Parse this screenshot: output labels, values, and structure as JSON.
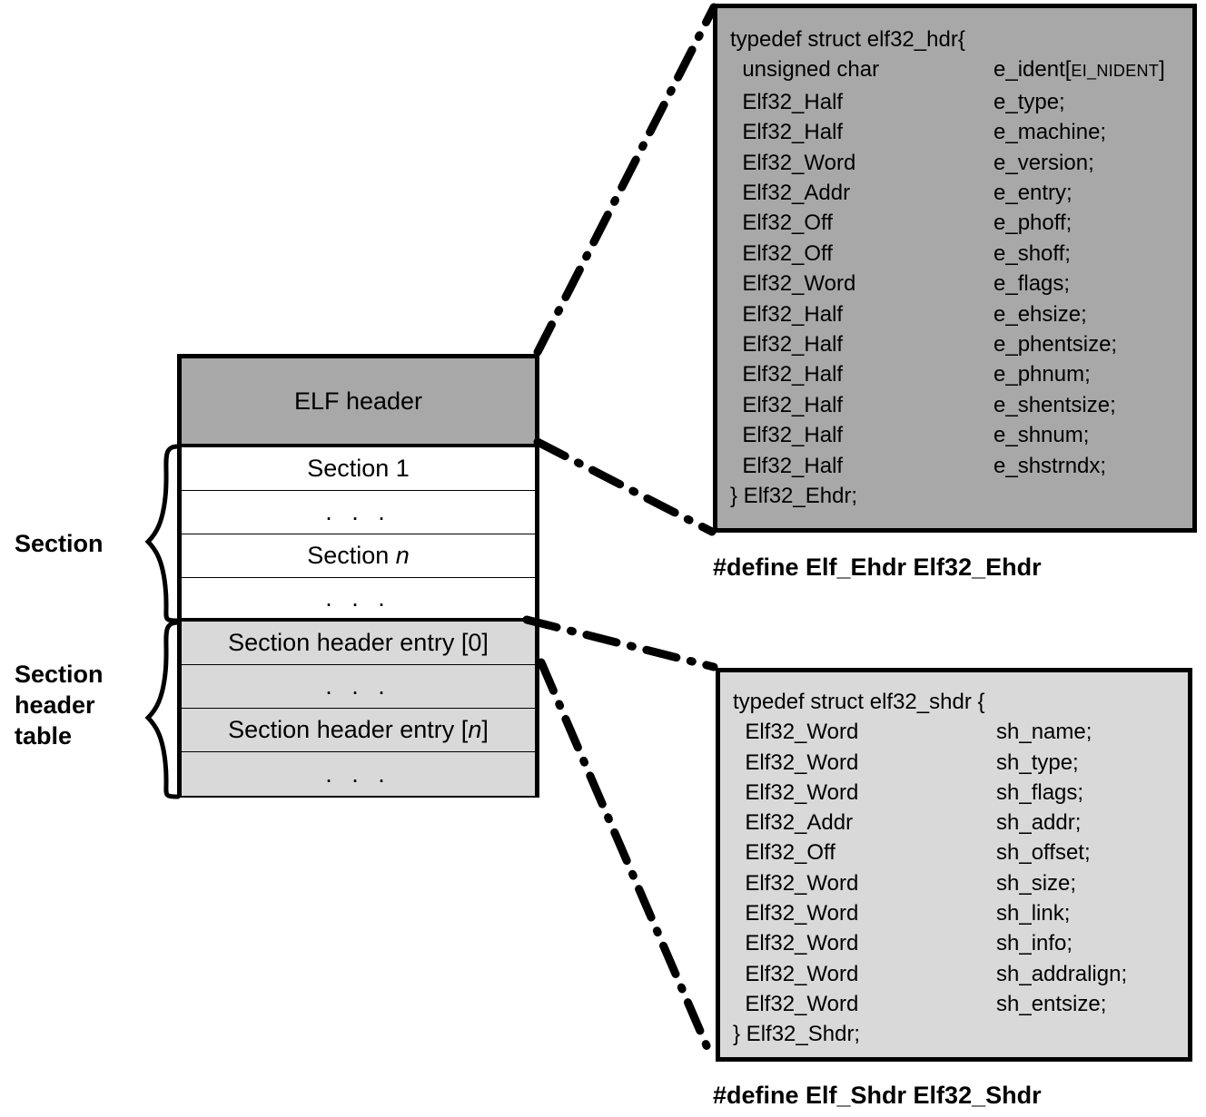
{
  "diagram": {
    "title": "ELF object file layout with elf32 header structures",
    "colors": {
      "elf_header_fill": "#a8a8a8",
      "section_fill": "#ffffff",
      "section_header_table_fill": "#d9d9d9",
      "ehdr_box_fill": "#a8a8a8",
      "shdr_box_fill": "#d9d9d9",
      "stroke": "#000000",
      "background": "#ffffff"
    }
  },
  "file_layout": {
    "labels": {
      "section": "Section",
      "section_header_table": "Section\nheader\ntable"
    },
    "rows": [
      {
        "id": "elf-header",
        "text": "ELF header",
        "fill": "elf_header_fill"
      },
      {
        "id": "section-1",
        "text": "Section 1",
        "fill": "section_fill"
      },
      {
        "id": "section-dots-1",
        "text": ". . .",
        "fill": "section_fill"
      },
      {
        "id": "section-n",
        "text": "Section n",
        "fill": "section_fill"
      },
      {
        "id": "section-dots-2",
        "text": ". . .",
        "fill": "section_fill"
      },
      {
        "id": "sh-entry-0",
        "text": "Section header entry [0]",
        "fill": "section_header_table_fill"
      },
      {
        "id": "sh-dots-1",
        "text": ". . .",
        "fill": "section_header_table_fill"
      },
      {
        "id": "sh-entry-n",
        "text": "Section header entry [n]",
        "fill": "section_header_table_fill"
      },
      {
        "id": "sh-dots-2",
        "text": ". . .",
        "fill": "section_header_table_fill"
      }
    ],
    "row_text": {
      "elf_header": "ELF header",
      "section_1": "Section 1",
      "section_n_prefix": "Section ",
      "section_n_index": "n",
      "dots": ". . .",
      "sh_entry_0": "Section header entry [0]",
      "sh_entry_n_prefix": "Section header entry [",
      "sh_entry_n_index": "n",
      "sh_entry_n_suffix": "]"
    }
  },
  "ehdr": {
    "open_line": "typedef struct elf32_hdr{",
    "close_line": "} Elf32_Ehdr;",
    "first_field": {
      "type": "unsigned char",
      "name": "e_ident[",
      "array": "EI_NIDENT",
      "close": "]"
    },
    "fields": [
      {
        "type": "Elf32_Half",
        "name": "e_type;"
      },
      {
        "type": "Elf32_Half",
        "name": "e_machine;"
      },
      {
        "type": "Elf32_Word",
        "name": "e_version;"
      },
      {
        "type": "Elf32_Addr",
        "name": "e_entry;"
      },
      {
        "type": "Elf32_Off",
        "name": "e_phoff;"
      },
      {
        "type": "Elf32_Off",
        "name": "e_shoff;"
      },
      {
        "type": "Elf32_Word",
        "name": "e_flags;"
      },
      {
        "type": "Elf32_Half",
        "name": "e_ehsize;"
      },
      {
        "type": "Elf32_Half",
        "name": "e_phentsize;"
      },
      {
        "type": "Elf32_Half",
        "name": "e_phnum;"
      },
      {
        "type": "Elf32_Half",
        "name": "e_shentsize;"
      },
      {
        "type": "Elf32_Half",
        "name": "e_shnum;"
      },
      {
        "type": "Elf32_Half",
        "name": "e_shstrndx;"
      }
    ],
    "define": "#define Elf_Ehdr Elf32_Ehdr"
  },
  "shdr": {
    "open_line": "typedef struct elf32_shdr {",
    "close_line": "} Elf32_Shdr;",
    "fields": [
      {
        "type": "Elf32_Word",
        "name": "sh_name;"
      },
      {
        "type": "Elf32_Word",
        "name": "sh_type;"
      },
      {
        "type": "Elf32_Word",
        "name": "sh_flags;"
      },
      {
        "type": "Elf32_Addr",
        "name": "sh_addr;"
      },
      {
        "type": "Elf32_Off",
        "name": "sh_offset;"
      },
      {
        "type": "Elf32_Word",
        "name": "sh_size;"
      },
      {
        "type": "Elf32_Word",
        "name": "sh_link;"
      },
      {
        "type": "Elf32_Word",
        "name": "sh_info;"
      },
      {
        "type": "Elf32_Word",
        "name": "sh_addralign;"
      },
      {
        "type": "Elf32_Word",
        "name": "sh_entsize;"
      }
    ],
    "define": "#define Elf_Shdr Elf32_Shdr"
  }
}
